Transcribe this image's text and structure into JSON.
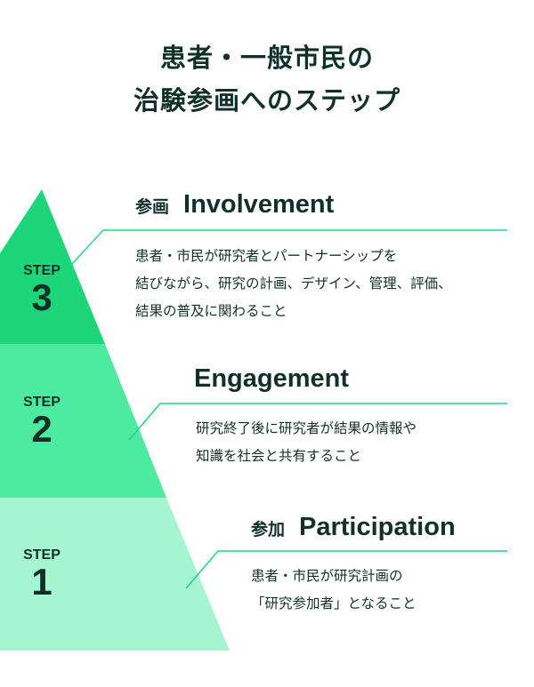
{
  "title": {
    "line1": "患者・一般市民の",
    "line2": "治験参画へのステップ"
  },
  "colors": {
    "step3": "#1ed67a",
    "step2": "#4deba0",
    "step1": "#a6f5d2",
    "line": "#1ed67a",
    "text": "#11302a"
  },
  "steps": [
    {
      "label": "STEP",
      "number": "3",
      "jp": "参画",
      "en": "Involvement",
      "lines": [
        "患者・市民が研究者とパートナーシップを",
        "結びながら、研究の計画、デザイン、管理、評価、",
        "結果の普及に関わること"
      ]
    },
    {
      "label": "STEP",
      "number": "2",
      "jp": "",
      "en": "Engagement",
      "lines": [
        "研究終了後に研究者が結果の情報や",
        "知識を社会と共有すること"
      ]
    },
    {
      "label": "STEP",
      "number": "1",
      "jp": "参加",
      "en": "Participation",
      "lines": [
        "患者・市民が研究計画の",
        "「研究参加者」となること"
      ]
    }
  ]
}
